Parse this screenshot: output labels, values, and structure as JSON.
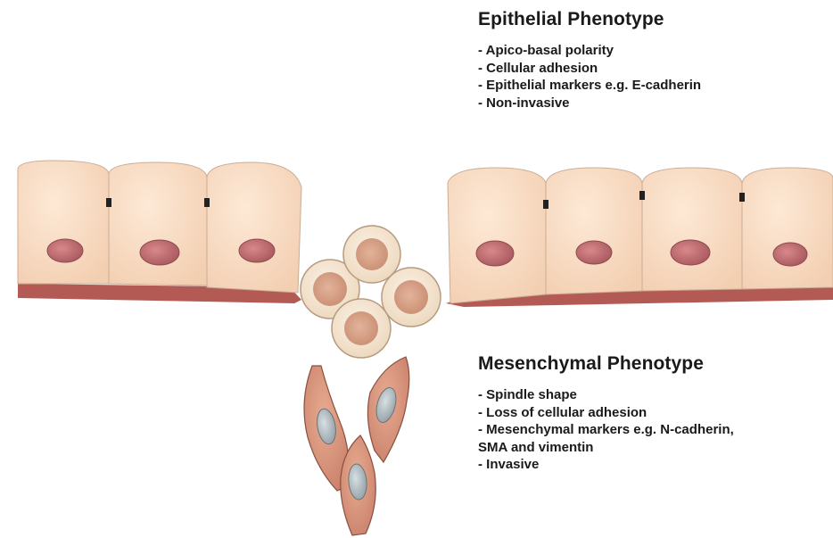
{
  "epithelial": {
    "heading": "Epithelial Phenotype",
    "bullets": [
      "- Apico-basal polarity",
      "- Cellular adhesion",
      "- Epithelial markers e.g.  E-cadherin",
      "- Non-invasive"
    ]
  },
  "mesenchymal": {
    "heading": "Mesenchymal Phenotype",
    "bullets": [
      "- Spindle shape",
      "- Loss of cellular adhesion",
      "- Mesenchymal markers e.g. N-cadherin,",
      "SMA and vimentin",
      "- Invasive"
    ]
  },
  "colors": {
    "cell_fill": "#f9dcc3",
    "cell_stroke": "#b9a08c",
    "nucleus_fill": "#c9767a",
    "basement_membrane": "#b45a55",
    "junction": "#222222",
    "round_cell_fill": "#f6e8d6",
    "round_cell_inner": "#d9a48a",
    "spindle_fill": "#d9967c",
    "spindle_nucleus": "#9eaaaf"
  }
}
